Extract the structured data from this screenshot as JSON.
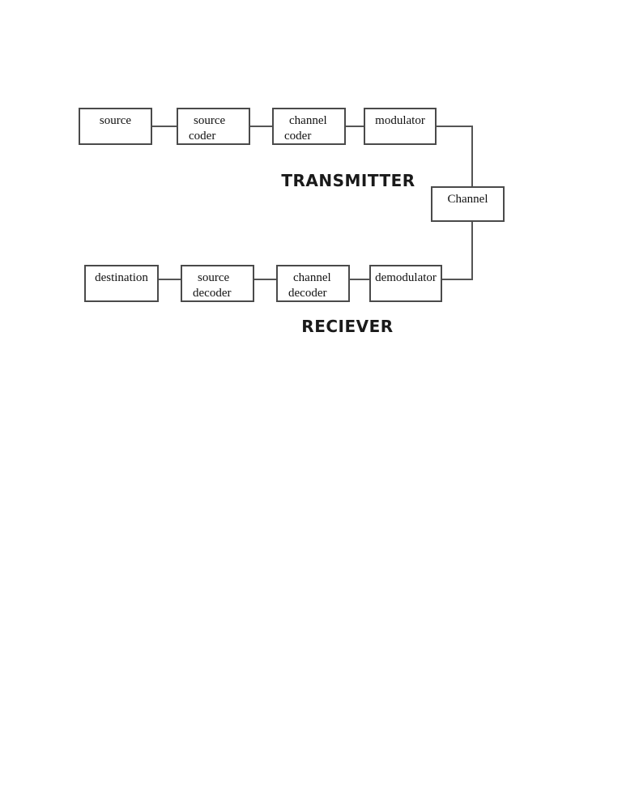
{
  "diagram": {
    "transmitter_label": "TRANSMITTER",
    "receiver_label": "RECIEVER",
    "blocks": {
      "source": "source",
      "source_coder": "source\ncoder",
      "channel_coder": "channel\ncoder",
      "modulator": "modulator",
      "channel": "Channel",
      "destination": "destination",
      "source_decoder": "source\ndecoder",
      "channel_decoder": "channel\ndecoder",
      "demodulator": "demodulator"
    },
    "colors": {
      "box_border": "#4a4a4a",
      "connector_line": "#555555",
      "block_text": "#111111",
      "label_text": "#1a1a1a",
      "page_background": "#ffffff"
    }
  }
}
